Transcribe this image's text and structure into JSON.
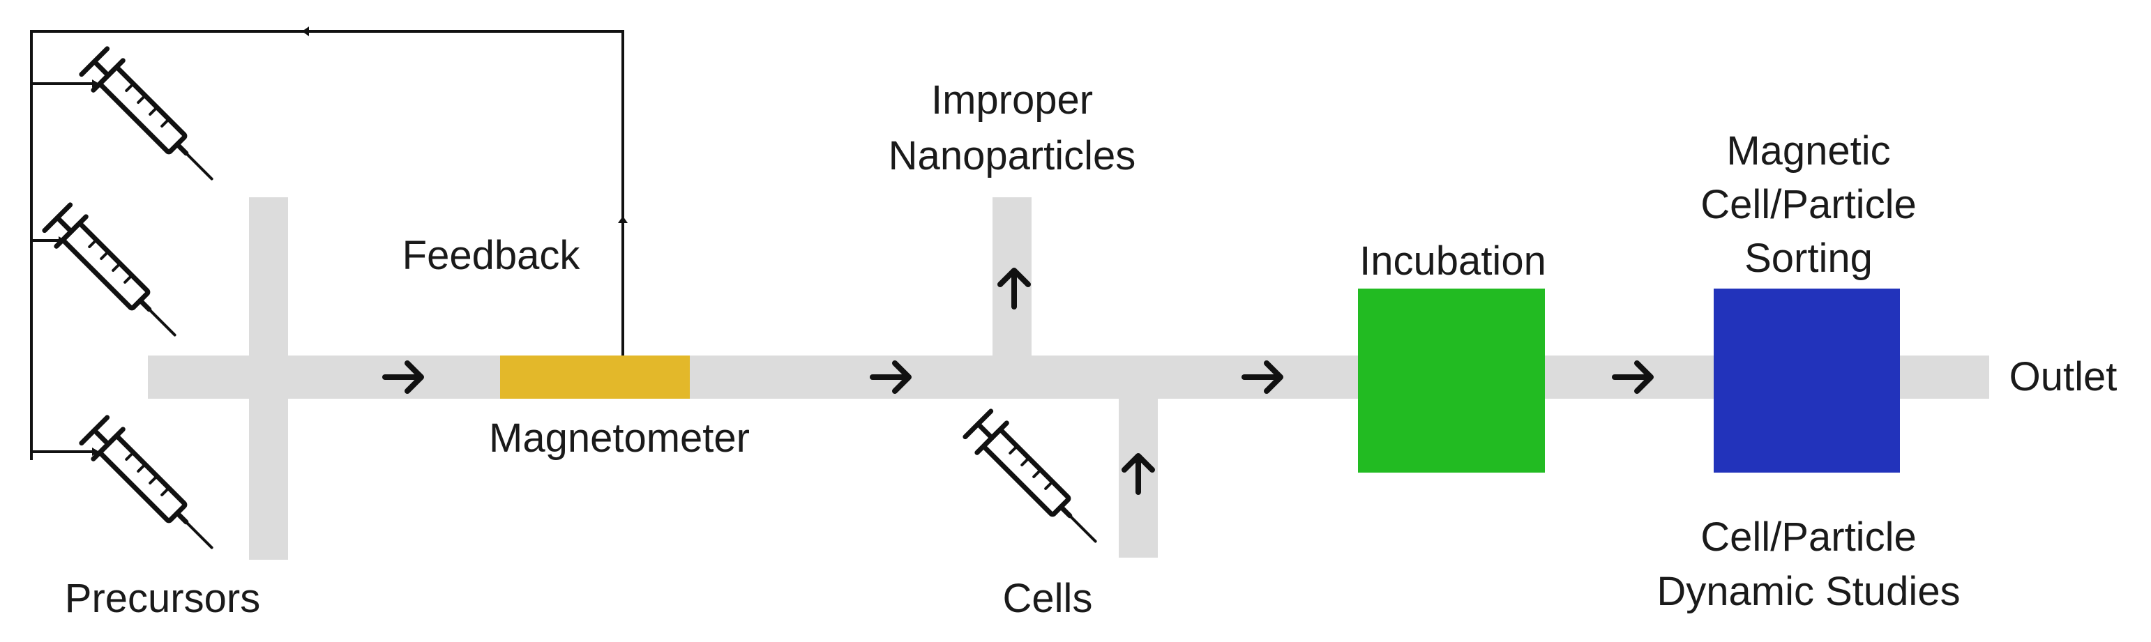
{
  "labels": {
    "precursors": "Precursors",
    "feedback": "Feedback",
    "magnetometer": "Magnetometer",
    "improper_line1": "Improper",
    "improper_line2": "Nanoparticles",
    "cells": "Cells",
    "incubation": "Incubation",
    "sorting_line1": "Magnetic",
    "sorting_line2": "Cell/Particle",
    "sorting_line3": "Sorting",
    "outlet": "Outlet",
    "dynamic_line1": "Cell/Particle",
    "dynamic_line2": "Dynamic Studies"
  },
  "colors": {
    "channel": "#dcdcdc",
    "magnetometer": "#e3b82a",
    "incubation": "#22bb22",
    "sorting": "#2233bb",
    "line": "#111111"
  },
  "icons": {
    "syringe": "syringe-icon",
    "arrow_right": "arrow-right-icon",
    "arrow_up": "arrow-up-icon"
  }
}
